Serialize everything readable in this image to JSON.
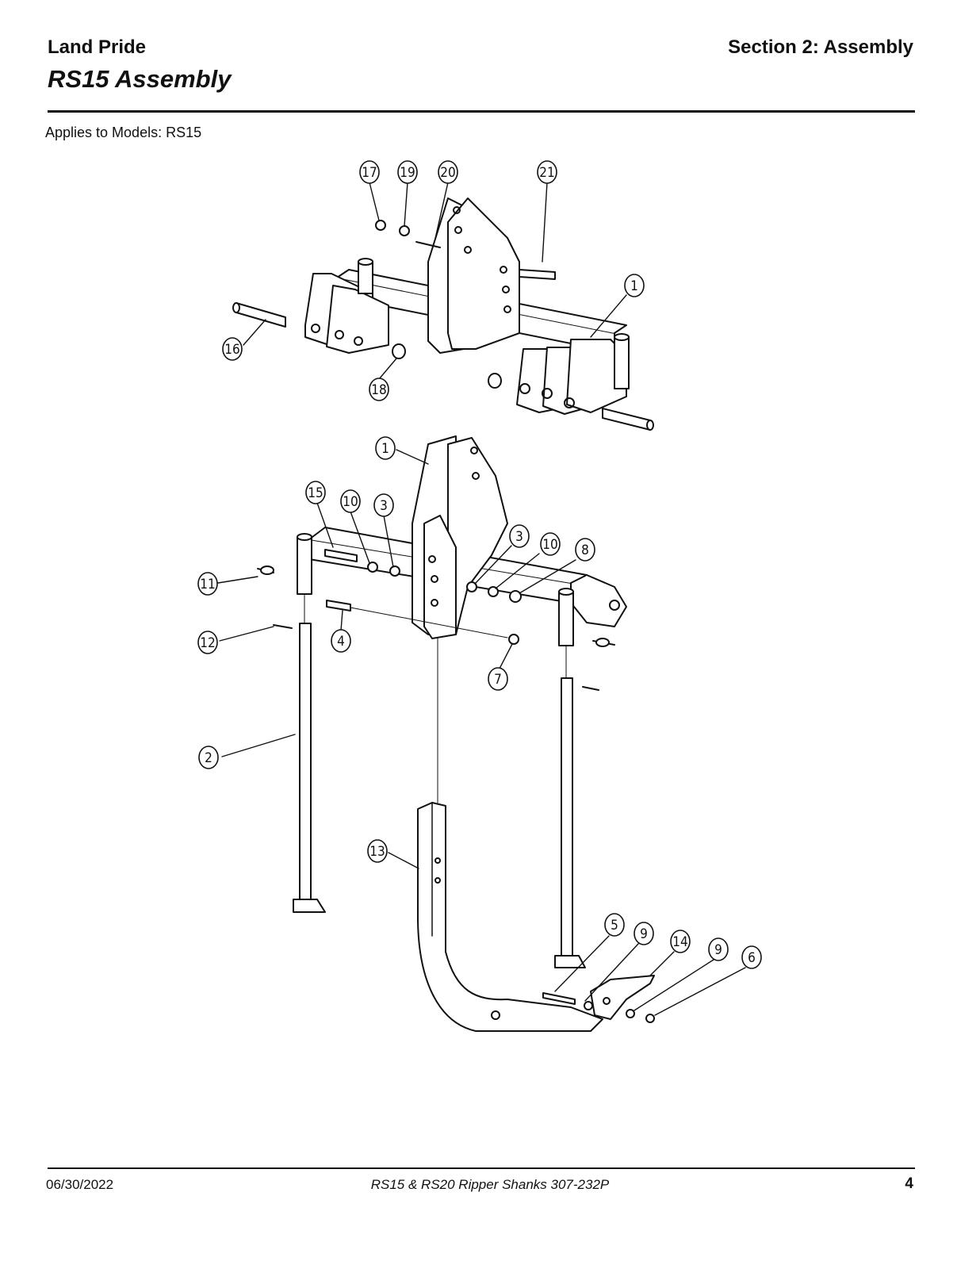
{
  "header": {
    "brand": "Land Pride",
    "section": "Section 2: Assembly",
    "title": "RS15 Assembly"
  },
  "applies_to": "Applies to Models: RS15",
  "diagram": {
    "callouts": {
      "c17": "17",
      "c19": "19",
      "c20": "20",
      "c21": "21",
      "c1a": "1",
      "c16": "16",
      "c18": "18",
      "c1b": "1",
      "c15": "15",
      "c10a": "10",
      "c3a": "3",
      "c3b": "3",
      "c10b": "10",
      "c8": "8",
      "c11": "11",
      "c12": "12",
      "c4": "4",
      "c7": "7",
      "c2": "2",
      "c13": "13",
      "c5": "5",
      "c9a": "9",
      "c14": "14",
      "c9b": "9",
      "c6": "6"
    }
  },
  "footer": {
    "date": "06/30/2022",
    "doc": "RS15 & RS20  Ripper Shanks  307-232P",
    "page": "4"
  }
}
